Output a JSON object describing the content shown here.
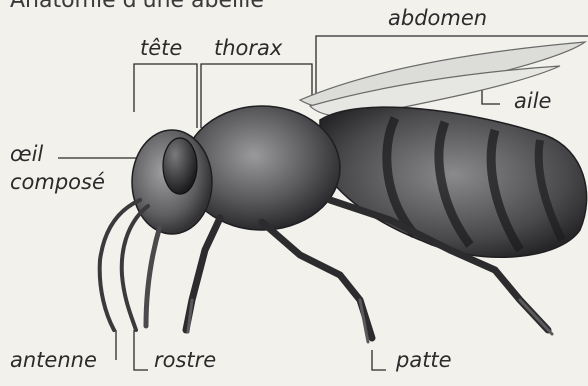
{
  "diagram": {
    "title": "Anatomie d'une abeille",
    "labels": {
      "tete": "tête",
      "thorax": "thorax",
      "abdomen": "abdomen",
      "aile": "aile",
      "oeil_line1": "œil",
      "oeil_line2": "composé",
      "antenne": "antenne",
      "rostre": "rostre",
      "patte": "patte"
    }
  },
  "colors": {
    "background": "#f2f1ec",
    "ink": "#2b2b2b",
    "body_dark": "#2f2f31",
    "body_mid": "#6b6b6e",
    "wing": "#d9d9d6"
  }
}
